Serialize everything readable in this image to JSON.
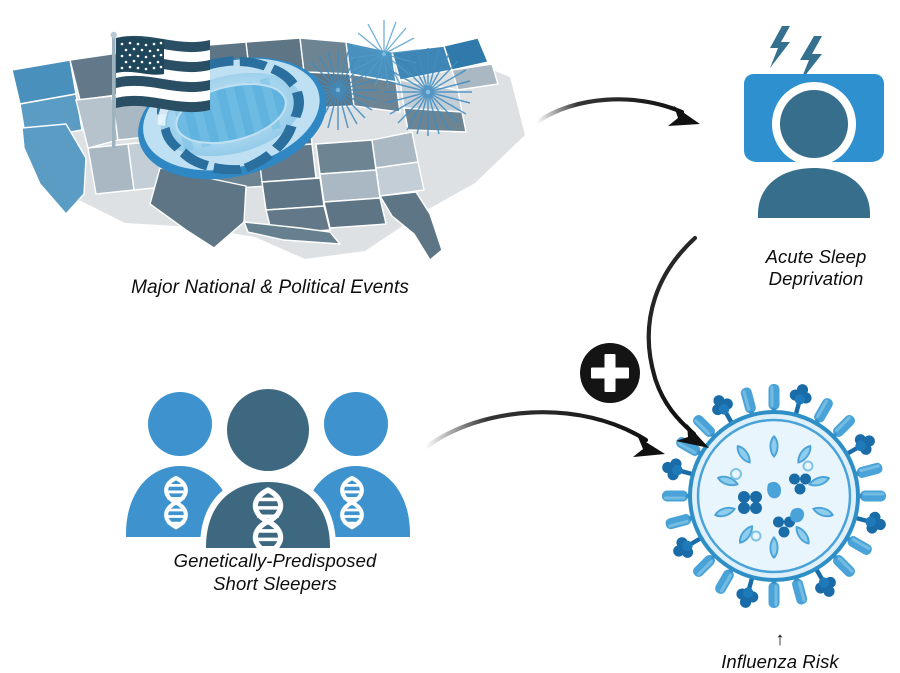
{
  "figure": {
    "type": "conceptual-diagram",
    "background": "#ffffff",
    "palette": {
      "blue_mid": "#3e93ce",
      "blue_pillow": "#2e90ce",
      "blue_dark": "#1a6ca8",
      "slate_dark": "#3d6880",
      "slate_person": "#376e8c",
      "bolt": "#35718f",
      "virus_pale": "#dff0fa",
      "virus_mid": "#4aa3d8",
      "virus_dark": "#1a6ca8",
      "map_blue": "#4a90bd",
      "map_slate": "#5d7585",
      "map_gray": "#a9b8c2",
      "map_gray_light": "#c3ced6",
      "arrow_black": "#111111",
      "text": "#0d0d0d"
    }
  },
  "nodes": {
    "events": {
      "caption": "Major National & Political Events",
      "icons": [
        "us-map",
        "american-flag",
        "stadium",
        "fireworks"
      ],
      "firework_count": 3
    },
    "sleep": {
      "caption_line1": "Acute Sleep",
      "caption_line2": "Deprivation",
      "caption": "Acute Sleep\nDeprivation",
      "icons": [
        "person-on-pillow",
        "lightning-bolt"
      ],
      "bolt_count": 2
    },
    "sleepers": {
      "caption_line1": "Genetically-Predisposed",
      "caption_line2": "Short Sleepers",
      "caption": "Genetically-Predisposed\nShort Sleepers",
      "icons": [
        "people-group",
        "dna-helix"
      ],
      "person_count": 3
    },
    "outcome": {
      "caption": "↑ Influenza Risk",
      "caption_arrow": "↑",
      "caption_text": "Influenza Risk",
      "icons": [
        "influenza-virus"
      ],
      "spike_count": 28
    }
  },
  "operator": {
    "symbol": "+",
    "name": "plus-combiner"
  },
  "arrows": [
    {
      "name": "events-to-sleep",
      "from": "events",
      "to": "sleep"
    },
    {
      "name": "sleep-to-influenza",
      "from": "sleep",
      "to": "outcome"
    },
    {
      "name": "sleepers-to-influenza",
      "from": "sleepers",
      "to": "outcome"
    }
  ]
}
